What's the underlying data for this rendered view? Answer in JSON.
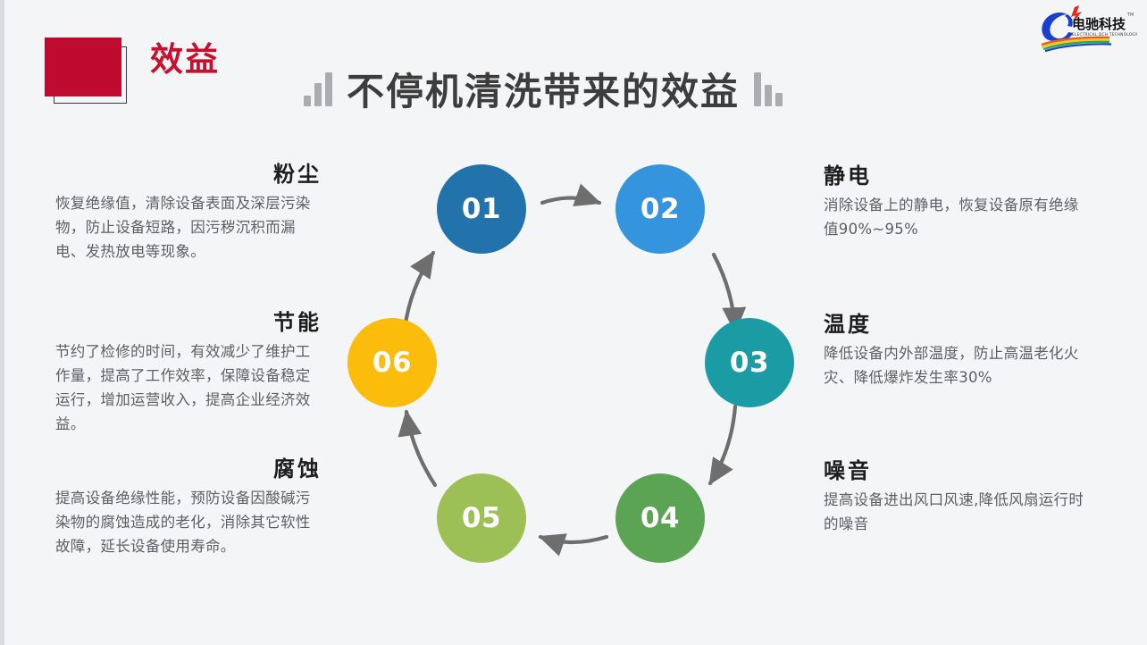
{
  "page": {
    "background_color": "#f4f5f7",
    "edge_strip_color": "#d9dbdf"
  },
  "header": {
    "eyebrow_label": "效益",
    "eyebrow_color": "#c8102e",
    "square_fill_color": "#bf0a30",
    "title": "不停机清洗带来的效益",
    "title_color": "#3d3d3d",
    "decor_bar_color": "#a9acb1"
  },
  "logo": {
    "name_cn": "电驰科技",
    "name_en": "ELECTRICAL DCH TECHNOLOGY",
    "trademark": "TM"
  },
  "diagram": {
    "type": "cycle",
    "node_count": 6,
    "nodes": [
      {
        "number": "01",
        "color": "#2272ab",
        "topic": "粉尘"
      },
      {
        "number": "02",
        "color": "#3494dd",
        "topic": "静电"
      },
      {
        "number": "03",
        "color": "#1b9ca4",
        "topic": "温度"
      },
      {
        "number": "04",
        "color": "#5ba454",
        "topic": "噪音"
      },
      {
        "number": "05",
        "color": "#9cc055",
        "topic": "腐蚀"
      },
      {
        "number": "06",
        "color": "#fbbc0b",
        "topic": "节能"
      }
    ],
    "arrow_color": "#6e6e6e"
  },
  "blocks": {
    "dust": {
      "title": "粉尘",
      "body": "恢复绝缘值，清除设备表面及深层污染物，防止设备短路，因污秽沉积而漏电、发热放电等现象。"
    },
    "energy": {
      "title": "节能",
      "body": "节约了检修的时间，有效减少了维护工作量，提高了工作效率，保障设备稳定运行，增加运营收入，提高企业经济效益。"
    },
    "corrosion": {
      "title": "腐蚀",
      "body": "提高设备绝缘性能，预防设备因酸碱污染物的腐蚀造成的老化，消除其它软性故障，延长设备使用寿命。"
    },
    "static": {
      "title": "静电",
      "body": "消除设备上的静电，恢复设备原有绝缘值90%~95%"
    },
    "temperature": {
      "title": "温度",
      "body": "降低设备内外部温度，防止高温老化火灾、降低爆炸发生率30%"
    },
    "noise": {
      "title": "噪音",
      "body": "提高设备进出风口风速,降低风扇运行时的噪音"
    }
  }
}
